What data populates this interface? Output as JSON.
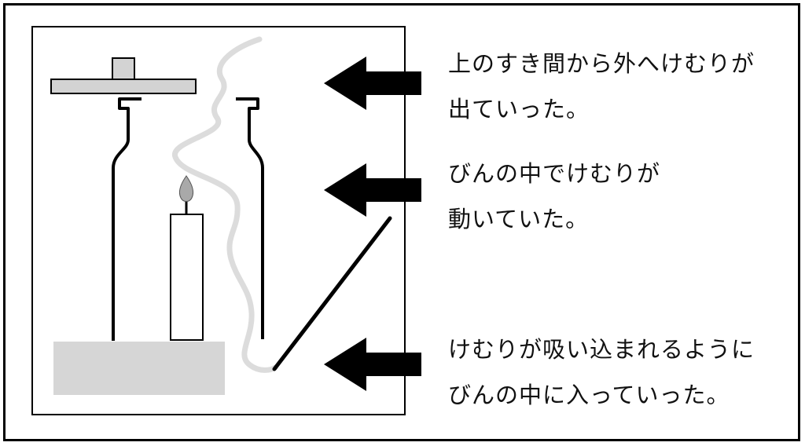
{
  "captions": [
    {
      "line1": "上のすき間から外へけむりが",
      "line2": "出ていった。"
    },
    {
      "line1": "びんの中でけむりが",
      "line2": "動いていた。"
    },
    {
      "line1": "けむりが吸い込まれるように",
      "line2": "びんの中に入っていった。"
    }
  ],
  "colors": {
    "line": "#000000",
    "lid": "#d3d3d3",
    "base": "#d6d6d6",
    "smoke": "#dcdcdc",
    "flame": "#a9a9a9"
  },
  "icons": [
    "arrow-left-icon",
    "flame-icon"
  ]
}
